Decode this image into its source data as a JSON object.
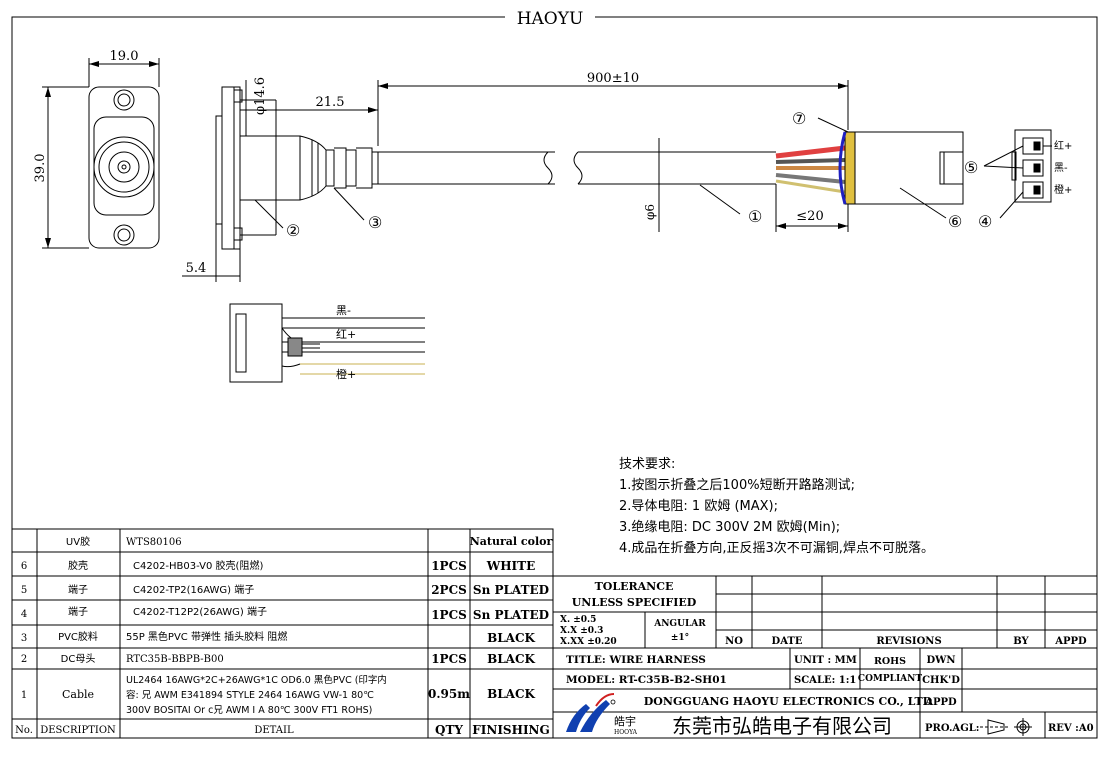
{
  "brand": {
    "top_title": "HAOYU",
    "logo_cn": "皓宇",
    "logo_en": "HOOYA",
    "company_cn": "东莞市弘皓电子有限公司",
    "company_en": "DONGGUANG HAOYU ELECTRONICS CO., LTD"
  },
  "dimensions": {
    "width": "19.0",
    "height": "39.0",
    "dia_plug": "φ14.6",
    "length_plug": "21.5",
    "thickness": "5.4",
    "cable_length": "900±10",
    "cable_dia": "φ6",
    "strip": "≤20"
  },
  "callouts": [
    "①",
    "②",
    "③",
    "④",
    "⑤",
    "⑥",
    "⑦"
  ],
  "wire_labels": {
    "red": "红+",
    "black": "黑-",
    "orange": "橙+"
  },
  "requirements": {
    "title": "技术要求:",
    "items": [
      "1.按图示折叠之后100%短断开路路测试;",
      "2.导体电阻: 1 欧姆 (MAX);",
      "3.绝缘电阻: DC 300V 2M 欧姆(Min);",
      "4.成品在折叠方向,正反摇3次不可漏铜,焊点不可脱落。"
    ]
  },
  "bom": {
    "headers": {
      "no": "No.",
      "desc": "DESCRIPTION",
      "detail": "DETAIL",
      "qty": "QTY",
      "finish": "FINISHING"
    },
    "rows": [
      {
        "no": "",
        "desc": "UV胶",
        "detail": [
          "WTS80106"
        ],
        "qty": "",
        "finish": "Natural color"
      },
      {
        "no": "6",
        "desc": "胶壳",
        "detail": [
          "C4202-HB03-V0 胶壳(阻燃)"
        ],
        "qty": "1PCS",
        "finish": "WHITE"
      },
      {
        "no": "5",
        "desc": "端子",
        "detail": [
          "C4202-TP2(16AWG) 端子"
        ],
        "qty": "2PCS",
        "finish": "Sn PLATED"
      },
      {
        "no": "4",
        "desc": "端子",
        "detail": [
          "C4202-T12P2(26AWG) 端子"
        ],
        "qty": "1PCS",
        "finish": "Sn PLATED"
      },
      {
        "no": "3",
        "desc": "PVC胶料",
        "detail": [
          "55P 黑色PVC 带弹性 插头胶料 阻燃"
        ],
        "qty": "",
        "finish": "BLACK"
      },
      {
        "no": "2",
        "desc": "DC母头",
        "detail": [
          "RTC35B-BBPB-B00"
        ],
        "qty": "1PCS",
        "finish": "BLACK"
      },
      {
        "no": "1",
        "desc": "Cable",
        "detail": [
          "UL2464 16AWG*2C+26AWG*1C OD6.0 黑色PVC (印字内",
          "容: 兄 AWM E341894 STYLE 2464 16AWG VW-1 80℃",
          "300V BOSITAI Or c兄 AWM I A 80℃ 300V FT1 ROHS)"
        ],
        "qty": "0.95m",
        "finish": "BLACK"
      }
    ]
  },
  "title_block": {
    "tolerance_title": "TOLERANCE",
    "tolerance_sub": "UNLESS   SPECIFIED",
    "tol_x": "X.    ±0.5",
    "tol_xx": "X.X   ±0.3",
    "tol_xxx": "X.XX  ±0.20",
    "angular": "ANGULAR",
    "angular_val": "±1°",
    "no_label": "NO",
    "date_label": "DATE",
    "revisions_label": "REVISIONS",
    "by_label": "BY",
    "appd_label": "APPD",
    "title_label": "TITLE: WIRE HARNESS",
    "unit_label": "UNIT : MM",
    "rohs1": "ROHS",
    "rohs2": "COMPLIANT",
    "dwn": "DWN",
    "model_label": "MODEL: RT-C35B-B2-SH01",
    "scale_label": "SCALE: 1:1",
    "chkd": "CHK'D",
    "appd2": "APPD",
    "proagl": "PRO.AGL:",
    "rev": "REV :A0"
  }
}
